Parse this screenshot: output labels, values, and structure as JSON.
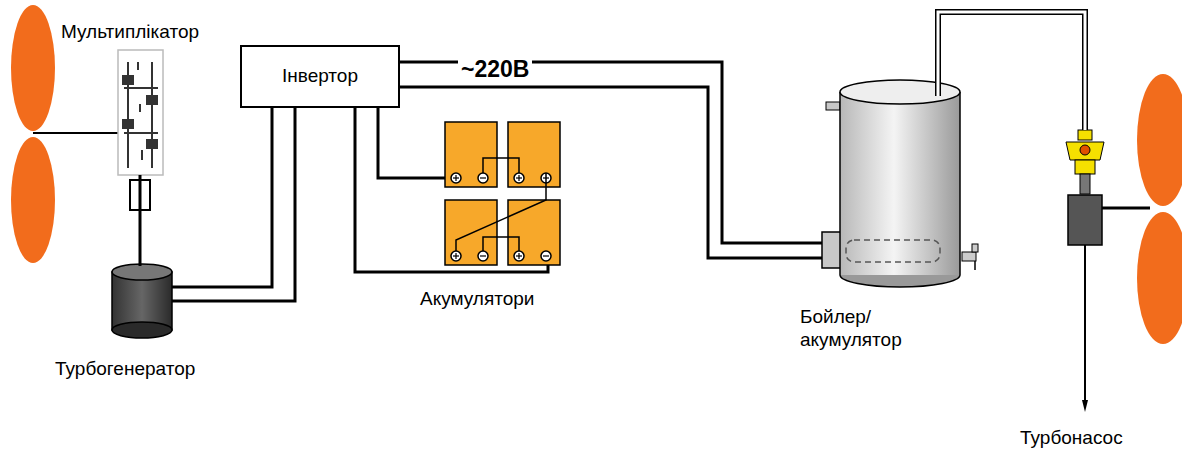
{
  "diagram": {
    "nodes": [
      {
        "text": [
          "Мультиплікатор"
        ]
      },
      {
        "text": [
          "Турбогенератор"
        ]
      },
      {
        "text": [
          "Інвертор"
        ]
      },
      {
        "text": [
          "Акумулятори"
        ]
      },
      {
        "text": [
          "Бойлер/ акумулятор"
        ]
      },
      {
        "text": [
          "Турбонасос"
        ]
      }
    ],
    "edges": [
      {
        "from": 0,
        "to": 1,
        "arrow": "none"
      },
      {
        "from": 1,
        "to": 2,
        "arrow": "none"
      },
      {
        "from": 2,
        "to": 3,
        "arrow": "none"
      },
      {
        "from": 2,
        "to": 4,
        "label": "~220В",
        "arrow": "none"
      },
      {
        "from": 4,
        "to": 5,
        "arrow": "none"
      }
    ]
  }
}
